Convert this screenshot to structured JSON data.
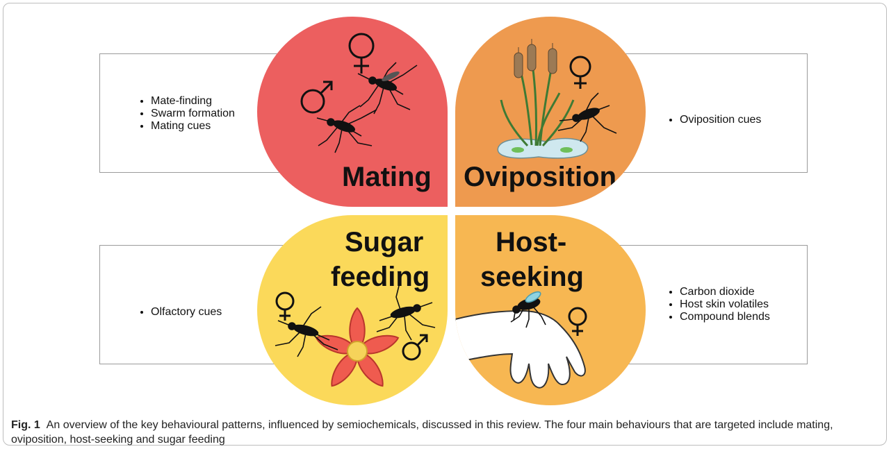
{
  "quadrants": {
    "mating": {
      "title": "Mating",
      "color": "#ec5f5f",
      "cues": [
        "Mate-finding",
        "Swarm formation",
        "Mating cues"
      ],
      "icons": [
        "male-symbol",
        "female-symbol",
        "mosquito",
        "mosquito"
      ]
    },
    "oviposition": {
      "title": "Oviposition",
      "color": "#ee9a4f",
      "cues": [
        "Oviposition cues"
      ],
      "icons": [
        "female-symbol",
        "cattail-plants",
        "water-puddle",
        "mosquito"
      ]
    },
    "sugar": {
      "title_line1": "Sugar",
      "title_line2": "feeding",
      "color": "#fbd95a",
      "cues": [
        "Olfactory cues"
      ],
      "icons": [
        "female-symbol",
        "male-symbol",
        "flower",
        "mosquito",
        "mosquito"
      ]
    },
    "host": {
      "title_line1": "Host-",
      "title_line2": "seeking",
      "color": "#f7b752",
      "cues": [
        "Carbon dioxide",
        "Host skin volatiles",
        "Compound blends"
      ],
      "icons": [
        "female-symbol",
        "hand",
        "mosquito"
      ]
    }
  },
  "symbols": {
    "male": "♂",
    "female": "♀"
  },
  "caption": {
    "label": "Fig. 1",
    "text": "An overview of the key behavioural patterns, influenced by semiochemicals, discussed in this review. The four main behaviours that are targeted include mating, oviposition, host-seeking and sugar feeding"
  }
}
